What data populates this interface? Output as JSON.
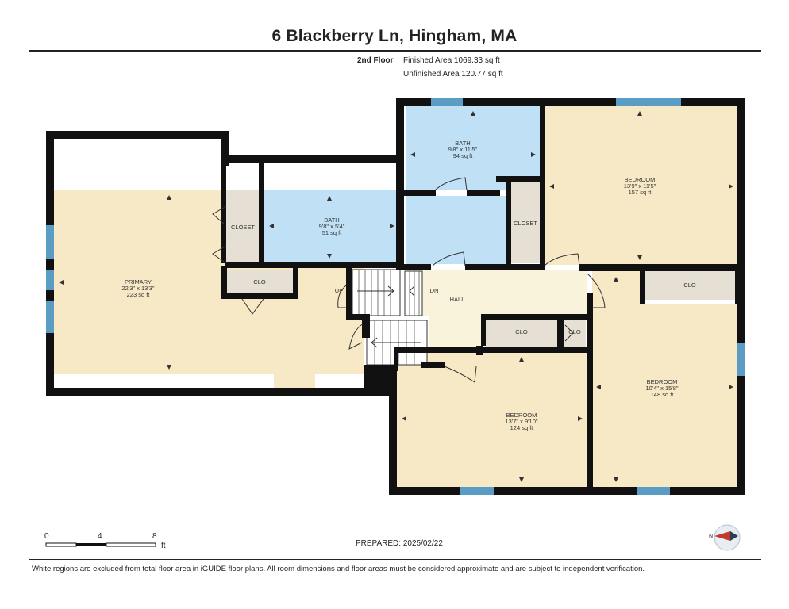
{
  "header": {
    "title": "6 Blackberry Ln, Hingham, MA",
    "floor_label": "2nd Floor",
    "finished_area": "Finished Area 1069.33 sq ft",
    "unfinished_area": "Unfinished Area 120.77 sq ft"
  },
  "rooms": {
    "primary": {
      "name": "PRIMARY",
      "dims": "22'3\" x 13'3\"",
      "area": "223 sq ft"
    },
    "bath1": {
      "name": "BATH",
      "dims": "9'8\" x 5'4\"",
      "area": "51 sq ft"
    },
    "bath2": {
      "name": "BATH",
      "dims": "9'8\" x 11'5\"",
      "area": "94 sq ft"
    },
    "bedroom1": {
      "name": "BEDROOM",
      "dims": "13'9\" x 11'5\"",
      "area": "157 sq ft"
    },
    "bedroom2": {
      "name": "BEDROOM",
      "dims": "10'4\" x 15'8\"",
      "area": "148 sq ft"
    },
    "bedroom3": {
      "name": "BEDROOM",
      "dims": "13'7\" x 9'10\"",
      "area": "124 sq ft"
    },
    "closet1": "CLOSET",
    "closet2": "CLOSET",
    "clo_primary": "CLO",
    "clo_hall_right": "CLO",
    "clo_hall_mid": "CLO",
    "clo_hall_small": "CLO",
    "hall": "HALL",
    "stair_up": "UP",
    "stair_down": "DN"
  },
  "scale": {
    "labels": [
      "0",
      "4",
      "8"
    ],
    "unit": "ft"
  },
  "prepared": "PREPARED: 2025/02/22",
  "footer": "White regions are excluded from total floor area in iGUIDE floor plans. All room dimensions and floor areas must be considered approximate and are subject to independent verification.",
  "colors": {
    "wall": "#111111",
    "primary_fill": "#f7e9c6",
    "bath_fill": "#bfe0f5",
    "bedroom_fill": "#f7e9c6",
    "closet_fill": "#e6dfd3",
    "hall_fill": "#faf3dc",
    "window": "#5b9cc5"
  }
}
